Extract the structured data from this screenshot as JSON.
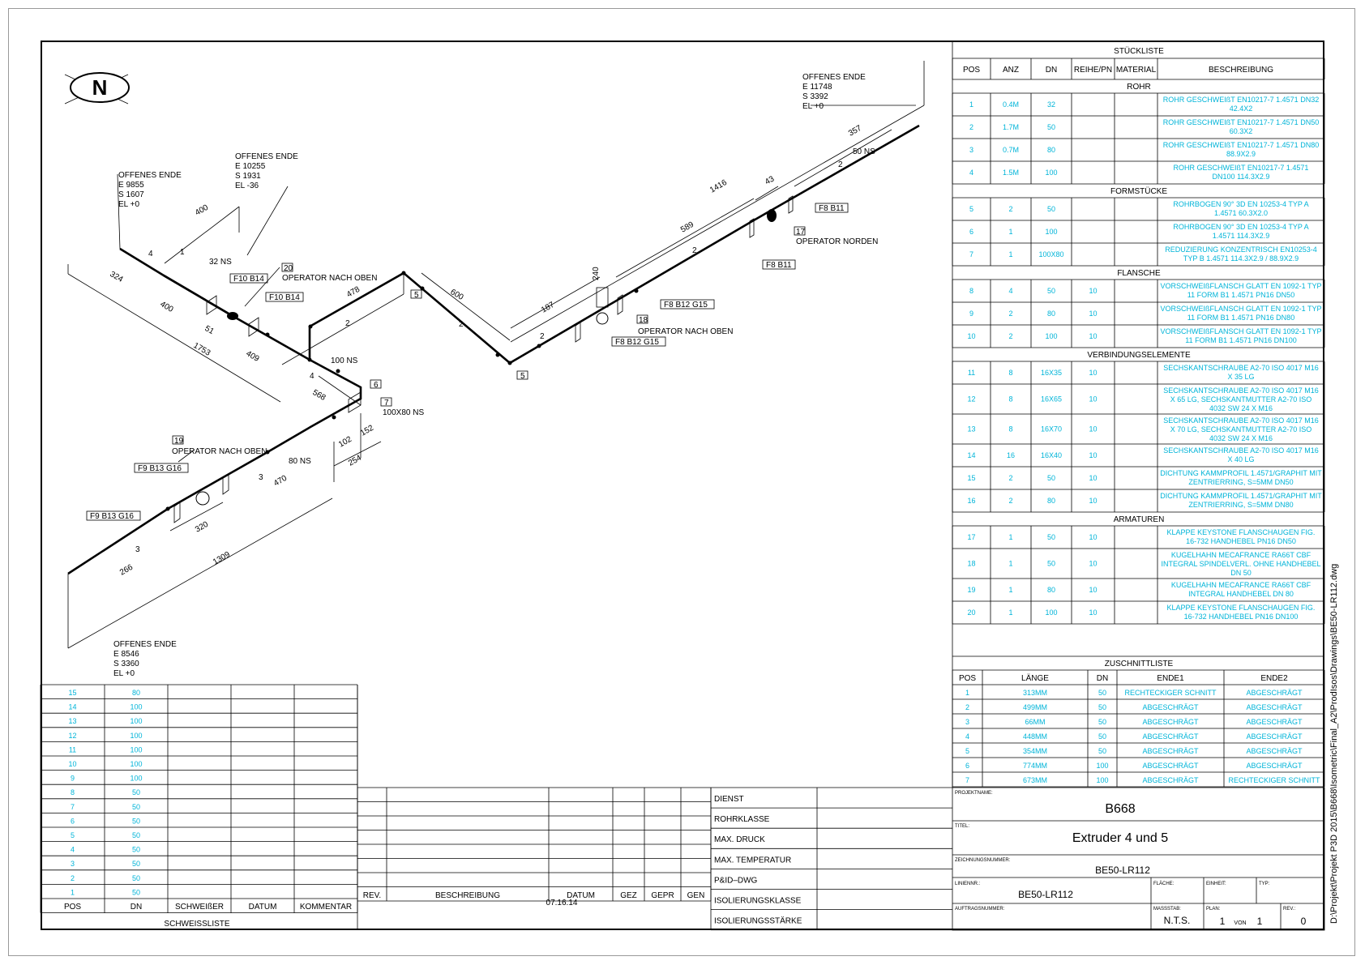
{
  "drawing": {
    "north_label": "N",
    "annotations": [
      {
        "id": "oe1",
        "lines": [
          "OFFENES ENDE",
          "E 9855",
          "S 1607",
          "EL +0"
        ]
      },
      {
        "id": "oe2",
        "lines": [
          "OFFENES ENDE",
          "E 10255",
          "S 1931",
          "EL -36"
        ]
      },
      {
        "id": "oe3",
        "lines": [
          "OFFENES ENDE",
          "E 11748",
          "S 3392",
          "EL +0"
        ]
      },
      {
        "id": "oe4",
        "lines": [
          "OFFENES ENDE",
          "E 8546",
          "S 3360",
          "EL +0"
        ]
      }
    ],
    "labels": {
      "ns32": "32 NS",
      "ns100": "100 NS",
      "ns80": "80 NS",
      "ns50": "50 NS",
      "red": "100X80 NS",
      "op_oben": "OPERATOR NACH OBEN",
      "op_norden": "OPERATOR NORDEN",
      "f10b14": "F10 B14",
      "f8b12g15": "F8 B12 G15",
      "f8b11": "F8 B11",
      "f9b13g16": "F9 B13 G16",
      "t20": "20",
      "t18": "18",
      "t17": "17",
      "t19": "19",
      "t7": "7",
      "t6": "6",
      "t5": "5",
      "b1": "1",
      "b2": "2",
      "b3": "3",
      "b4": "4"
    },
    "dims": {
      "d400a": "400",
      "d324": "324",
      "d400b": "400",
      "d51": "51",
      "d1753": "1753",
      "d409": "409",
      "d478": "478",
      "d600": "600",
      "d568": "568",
      "d102": "102",
      "d152": "152",
      "d254": "254",
      "d470": "470",
      "d320": "320",
      "d266": "266",
      "d1309": "1309",
      "d187": "187",
      "d240": "240",
      "d589": "589",
      "d1416": "1416",
      "d43": "43",
      "d357": "357"
    }
  },
  "stueckliste": {
    "title": "STÜCKLISTE",
    "headers": [
      "POS",
      "ANZ",
      "DN",
      "REIHE/PN",
      "MATERIAL",
      "BESCHREIBUNG"
    ],
    "rows": [
      {
        "section": "ROHR"
      },
      {
        "pos": "1",
        "anz": "0.4M",
        "dn": "32",
        "pn": "",
        "mat": "",
        "desc": [
          "ROHR GESCHWEIßT EN10217-7 1.4571 DN32",
          "42.4X2"
        ]
      },
      {
        "pos": "2",
        "anz": "1.7M",
        "dn": "50",
        "pn": "",
        "mat": "",
        "desc": [
          "ROHR GESCHWEIßT EN10217-7 1.4571 DN50",
          "60.3X2"
        ]
      },
      {
        "pos": "3",
        "anz": "0.7M",
        "dn": "80",
        "pn": "",
        "mat": "",
        "desc": [
          "ROHR GESCHWEIßT EN10217-7 1.4571 DN80",
          "88.9X2.9"
        ]
      },
      {
        "pos": "4",
        "anz": "1.5M",
        "dn": "100",
        "pn": "",
        "mat": "",
        "desc": [
          "ROHR GESCHWEIßT EN10217-7 1.4571",
          "DN100 114.3X2.9"
        ]
      },
      {
        "section": "FORMSTÜCKE"
      },
      {
        "pos": "5",
        "anz": "2",
        "dn": "50",
        "pn": "",
        "mat": "",
        "desc": [
          "ROHRBOGEN 90° 3D EN 10253-4 TYP A",
          "1.4571 60.3X2.0"
        ]
      },
      {
        "pos": "6",
        "anz": "1",
        "dn": "100",
        "pn": "",
        "mat": "",
        "desc": [
          "ROHRBOGEN 90° 3D EN 10253-4 TYP A",
          "1.4571 114.3X2.9"
        ]
      },
      {
        "pos": "7",
        "anz": "1",
        "dn": "100X80",
        "pn": "",
        "mat": "",
        "desc": [
          "REDUZIERUNG KONZENTRISCH EN10253-4",
          "TYP B 1.4571 114.3X2.9 / 88.9X2.9"
        ]
      },
      {
        "section": "FLANSCHE"
      },
      {
        "pos": "8",
        "anz": "4",
        "dn": "50",
        "pn": "10",
        "mat": "",
        "desc": [
          "VORSCHWEIßFLANSCH GLATT EN 1092-1 TYP",
          "11 FORM B1 1.4571 PN16 DN50"
        ]
      },
      {
        "pos": "9",
        "anz": "2",
        "dn": "80",
        "pn": "10",
        "mat": "",
        "desc": [
          "VORSCHWEIßFLANSCH GLATT EN 1092-1 TYP",
          "11 FORM B1 1.4571 PN16 DN80"
        ]
      },
      {
        "pos": "10",
        "anz": "2",
        "dn": "100",
        "pn": "10",
        "mat": "",
        "desc": [
          "VORSCHWEIßFLANSCH GLATT EN 1092-1 TYP",
          "11 FORM B1 1.4571 PN16 DN100"
        ]
      },
      {
        "section": "VERBINDUNGSELEMENTE"
      },
      {
        "pos": "11",
        "anz": "8",
        "dn": "16X35",
        "pn": "10",
        "mat": "",
        "desc": [
          "SECHSKANTSCHRAUBE A2-70 ISO 4017 M16",
          "X 35 LG"
        ]
      },
      {
        "pos": "12",
        "anz": "8",
        "dn": "16X65",
        "pn": "10",
        "mat": "",
        "desc": [
          "SECHSKANTSCHRAUBE A2-70 ISO 4017 M16",
          "X 65 LG, SECHSKANTMUTTER A2-70 ISO",
          "4032 SW 24 X M16"
        ]
      },
      {
        "pos": "13",
        "anz": "8",
        "dn": "16X70",
        "pn": "10",
        "mat": "",
        "desc": [
          "SECHSKANTSCHRAUBE A2-70 ISO 4017 M16",
          "X 70 LG, SECHSKANTMUTTER A2-70 ISO",
          "4032 SW 24 X M16"
        ]
      },
      {
        "pos": "14",
        "anz": "16",
        "dn": "16X40",
        "pn": "10",
        "mat": "",
        "desc": [
          "SECHSKANTSCHRAUBE A2-70 ISO 4017 M16",
          "X 40 LG"
        ]
      },
      {
        "pos": "15",
        "anz": "2",
        "dn": "50",
        "pn": "10",
        "mat": "",
        "desc": [
          "DICHTUNG KAMMPROFIL 1.4571/GRAPHIT MIT",
          "ZENTRIERRING, S=5MM DN50"
        ]
      },
      {
        "pos": "16",
        "anz": "2",
        "dn": "80",
        "pn": "10",
        "mat": "",
        "desc": [
          "DICHTUNG KAMMPROFIL 1.4571/GRAPHIT MIT",
          "ZENTRIERRING, S=5MM DN80"
        ]
      },
      {
        "section": "ARMATUREN"
      },
      {
        "pos": "17",
        "anz": "1",
        "dn": "50",
        "pn": "10",
        "mat": "",
        "desc": [
          "KLAPPE KEYSTONE FLANSCHAUGEN FIG.",
          "16-732 HANDHEBEL PN16 DN50"
        ]
      },
      {
        "pos": "18",
        "anz": "1",
        "dn": "50",
        "pn": "10",
        "mat": "",
        "desc": [
          "KUGELHAHN MECAFRANCE RA66T CBF",
          "INTEGRAL SPINDELVERL. OHNE HANDHEBEL",
          "DN 50"
        ]
      },
      {
        "pos": "19",
        "anz": "1",
        "dn": "80",
        "pn": "10",
        "mat": "",
        "desc": [
          "KUGELHAHN MECAFRANCE RA66T CBF",
          "INTEGRAL HANDHEBEL DN 80"
        ]
      },
      {
        "pos": "20",
        "anz": "1",
        "dn": "100",
        "pn": "10",
        "mat": "",
        "desc": [
          "KLAPPE KEYSTONE FLANSCHAUGEN FIG.",
          "16-732 HANDHEBEL PN16 DN100"
        ]
      }
    ]
  },
  "zuschnittliste": {
    "title": "ZUSCHNITTLISTE",
    "headers": [
      "POS",
      "LÄNGE",
      "DN",
      "ENDE1",
      "ENDE2"
    ],
    "rows": [
      [
        "1",
        "313MM",
        "50",
        "RECHTECKIGER SCHNITT",
        "ABGESCHRÄGT"
      ],
      [
        "2",
        "499MM",
        "50",
        "ABGESCHRÄGT",
        "ABGESCHRÄGT"
      ],
      [
        "3",
        "66MM",
        "50",
        "ABGESCHRÄGT",
        "ABGESCHRÄGT"
      ],
      [
        "4",
        "448MM",
        "50",
        "ABGESCHRÄGT",
        "ABGESCHRÄGT"
      ],
      [
        "5",
        "354MM",
        "50",
        "ABGESCHRÄGT",
        "ABGESCHRÄGT"
      ],
      [
        "6",
        "774MM",
        "100",
        "ABGESCHRÄGT",
        "ABGESCHRÄGT"
      ],
      [
        "7",
        "673MM",
        "100",
        "ABGESCHRÄGT",
        "RECHTECKIGER SCHNITT"
      ]
    ]
  },
  "schweissliste": {
    "title": "SCHWEISSLISTE",
    "headers": [
      "POS",
      "DN",
      "SCHWEIßER",
      "DATUM",
      "KOMMENTAR"
    ],
    "rows": [
      [
        "15",
        "80"
      ],
      [
        "14",
        "100"
      ],
      [
        "13",
        "100"
      ],
      [
        "12",
        "100"
      ],
      [
        "11",
        "100"
      ],
      [
        "10",
        "100"
      ],
      [
        "9",
        "100"
      ],
      [
        "8",
        "50"
      ],
      [
        "7",
        "50"
      ],
      [
        "6",
        "50"
      ],
      [
        "5",
        "50"
      ],
      [
        "4",
        "50"
      ],
      [
        "3",
        "50"
      ],
      [
        "2",
        "50"
      ],
      [
        "1",
        "50"
      ]
    ]
  },
  "revision": {
    "headers": [
      "REV.",
      "BESCHREIBUNG",
      "DATUM",
      "GEZ",
      "GEPR",
      "GEN"
    ],
    "date": "07.16.14"
  },
  "properties": [
    "DIENST",
    "ROHRKLASSE",
    "MAX. DRUCK",
    "MAX. TEMPERATUR",
    "P&ID–DWG",
    "ISOLIERUNGSKLASSE",
    "ISOLIERUNGSSTÄRKE"
  ],
  "titleblock": {
    "projektname_label": "PROJEKTNAME:",
    "projekt": "B668",
    "titel_label": "TITEL:",
    "titel": "Extruder 4 und 5",
    "zeichnung_label": "ZEICHNUNGSNUMMER:",
    "zeichnung": "BE50-LR112",
    "linie_label": "LINIENNR.:",
    "linie": "BE50-LR112",
    "flaeche_label": "FLÄCHE:",
    "einheit_label": "EINHEIT:",
    "typ_label": "TYP:",
    "auftrag_label": "AUFTRAGSNUMMER:",
    "massstab_label": "MASSSTAB:",
    "massstab": "N.T.S.",
    "plan_label": "PLAN:",
    "plan": "1",
    "von": "VON",
    "plan_total": "1",
    "rev_label": "REV.:",
    "rev": "0"
  },
  "file_path": "D:\\Projekt\\Projekt P3D 2015\\B668\\Isometric\\Final_A2\\ProdIsos\\Drawings\\BE50-LR112.dwg",
  "colors": {
    "line": "#000000",
    "value": "#00b4d8"
  }
}
